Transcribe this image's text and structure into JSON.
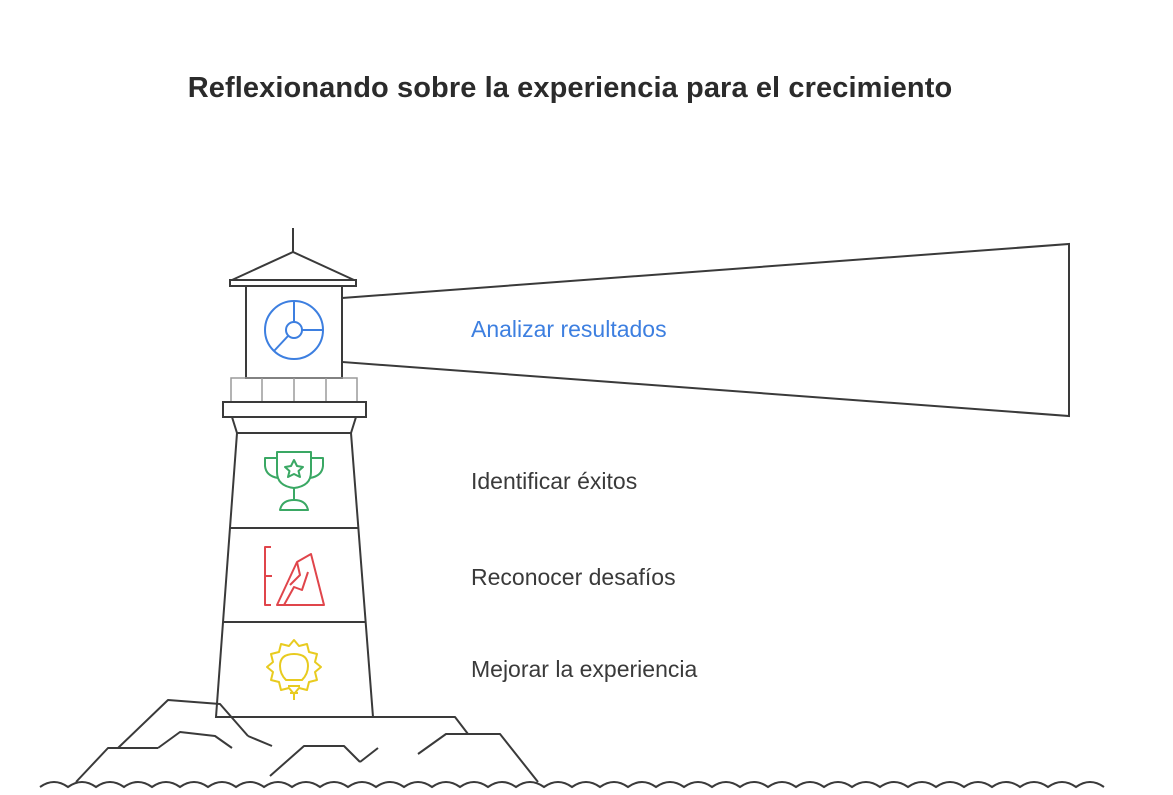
{
  "title": "Reflexionando sobre la experiencia para el crecimiento",
  "steps": [
    {
      "label": "Analizar resultados",
      "icon": "pie-chart-icon",
      "color": "#3d7fe0"
    },
    {
      "label": "Identificar éxitos",
      "icon": "trophy-icon",
      "color": "#3aa864"
    },
    {
      "label": "Reconocer desafíos",
      "icon": "mountain-icon",
      "color": "#e0454b"
    },
    {
      "label": "Mejorar la experiencia",
      "icon": "lightbulb-gear-icon",
      "color": "#e8cb1f"
    }
  ]
}
